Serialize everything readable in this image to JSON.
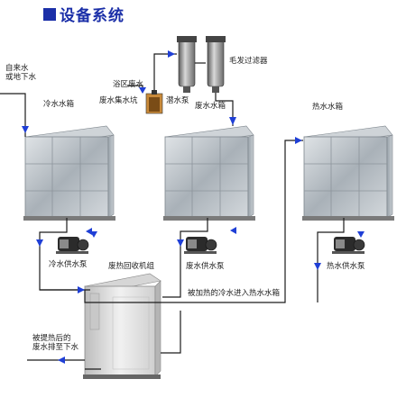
{
  "title": "设备系统",
  "labels": {
    "source_water": [
      "自来水",
      "或地下水"
    ],
    "cold_tank": "冷水水箱",
    "bath_waste": "浴区废水",
    "waste_pit": "废水集水坑",
    "submersible_pump": "潜水泵",
    "hair_filter": "毛发过滤器",
    "waste_tank": "废水水箱",
    "hot_tank": "热水水箱",
    "cold_pump": "冷水供水泵",
    "heat_recovery_unit": "废热回收机组",
    "waste_pump": "废水供水泵",
    "hot_pump": "热水供水泵",
    "heated_to_hot_tank": "被加热的冷水进入热水水箱",
    "drained_waste": [
      "被提热后的",
      "废水排至下水"
    ]
  },
  "colors": {
    "title": "#1b2fa8",
    "water_line": "#1c1c1c",
    "flow_arrow": "#1f3fd6",
    "tank_steel": "#b9c0c6",
    "pump_body": "#2b2b2b",
    "unit_body": "#e7e7e7"
  }
}
